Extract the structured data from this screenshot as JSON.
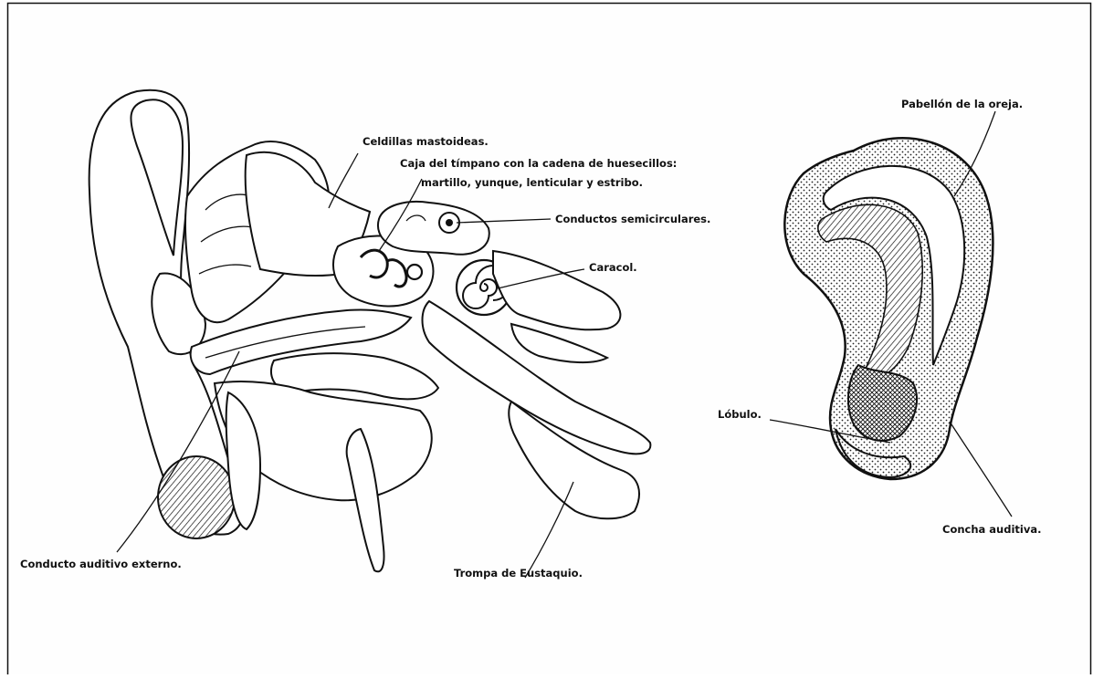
{
  "labels": {
    "mastoid_cells": "Celdillas  mastoideas.",
    "tympanic_cavity_line1": "Caja del tímpano con la cadena de huesecillos:",
    "tympanic_cavity_line2": "martillo, yunque, lenticular y estribo.",
    "semicircular_canals": "Conductos semicirculares.",
    "cochlea": "Caracol.",
    "external_canal": "Conducto auditivo externo.",
    "eustachian_tube": "Trompa de Eustaquio.",
    "pinna": "Pabellón de la oreja.",
    "lobule": "Lóbulo.",
    "concha": "Concha auditiva."
  }
}
